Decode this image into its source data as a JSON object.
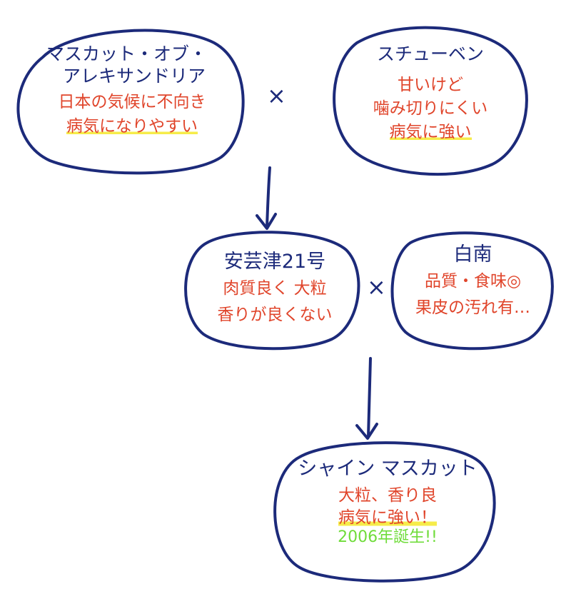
{
  "nodes": {
    "muscat": {
      "title1": "マスカット・オブ・",
      "title2": "アレキサンドリア",
      "note1": "日本の気候に不向き",
      "note2": "病気になりやすい"
    },
    "steuben": {
      "title": "スチューベン",
      "note1": "甘いけど",
      "note2": "噛み切りにくい",
      "note3": "病気に強い"
    },
    "akitsu": {
      "title": "安芸津21号",
      "note1": "肉質良く 大粒",
      "note2": "香りが良くない"
    },
    "hakunan": {
      "title": "白南",
      "note1": "品質・食味◎",
      "note2": "果皮の汚れ有…"
    },
    "shine": {
      "title": "シャイン マスカット",
      "note1": "大粒、香り良",
      "note2": "病気に強い！",
      "note3": "2006年誕生!!"
    }
  },
  "operators": {
    "cross_top": "×",
    "cross_mid": "×"
  },
  "colors": {
    "outline": "#1c2a7a",
    "note": "#e0452b",
    "highlight": "#f6ec4a",
    "birth": "#6fdc3a"
  }
}
